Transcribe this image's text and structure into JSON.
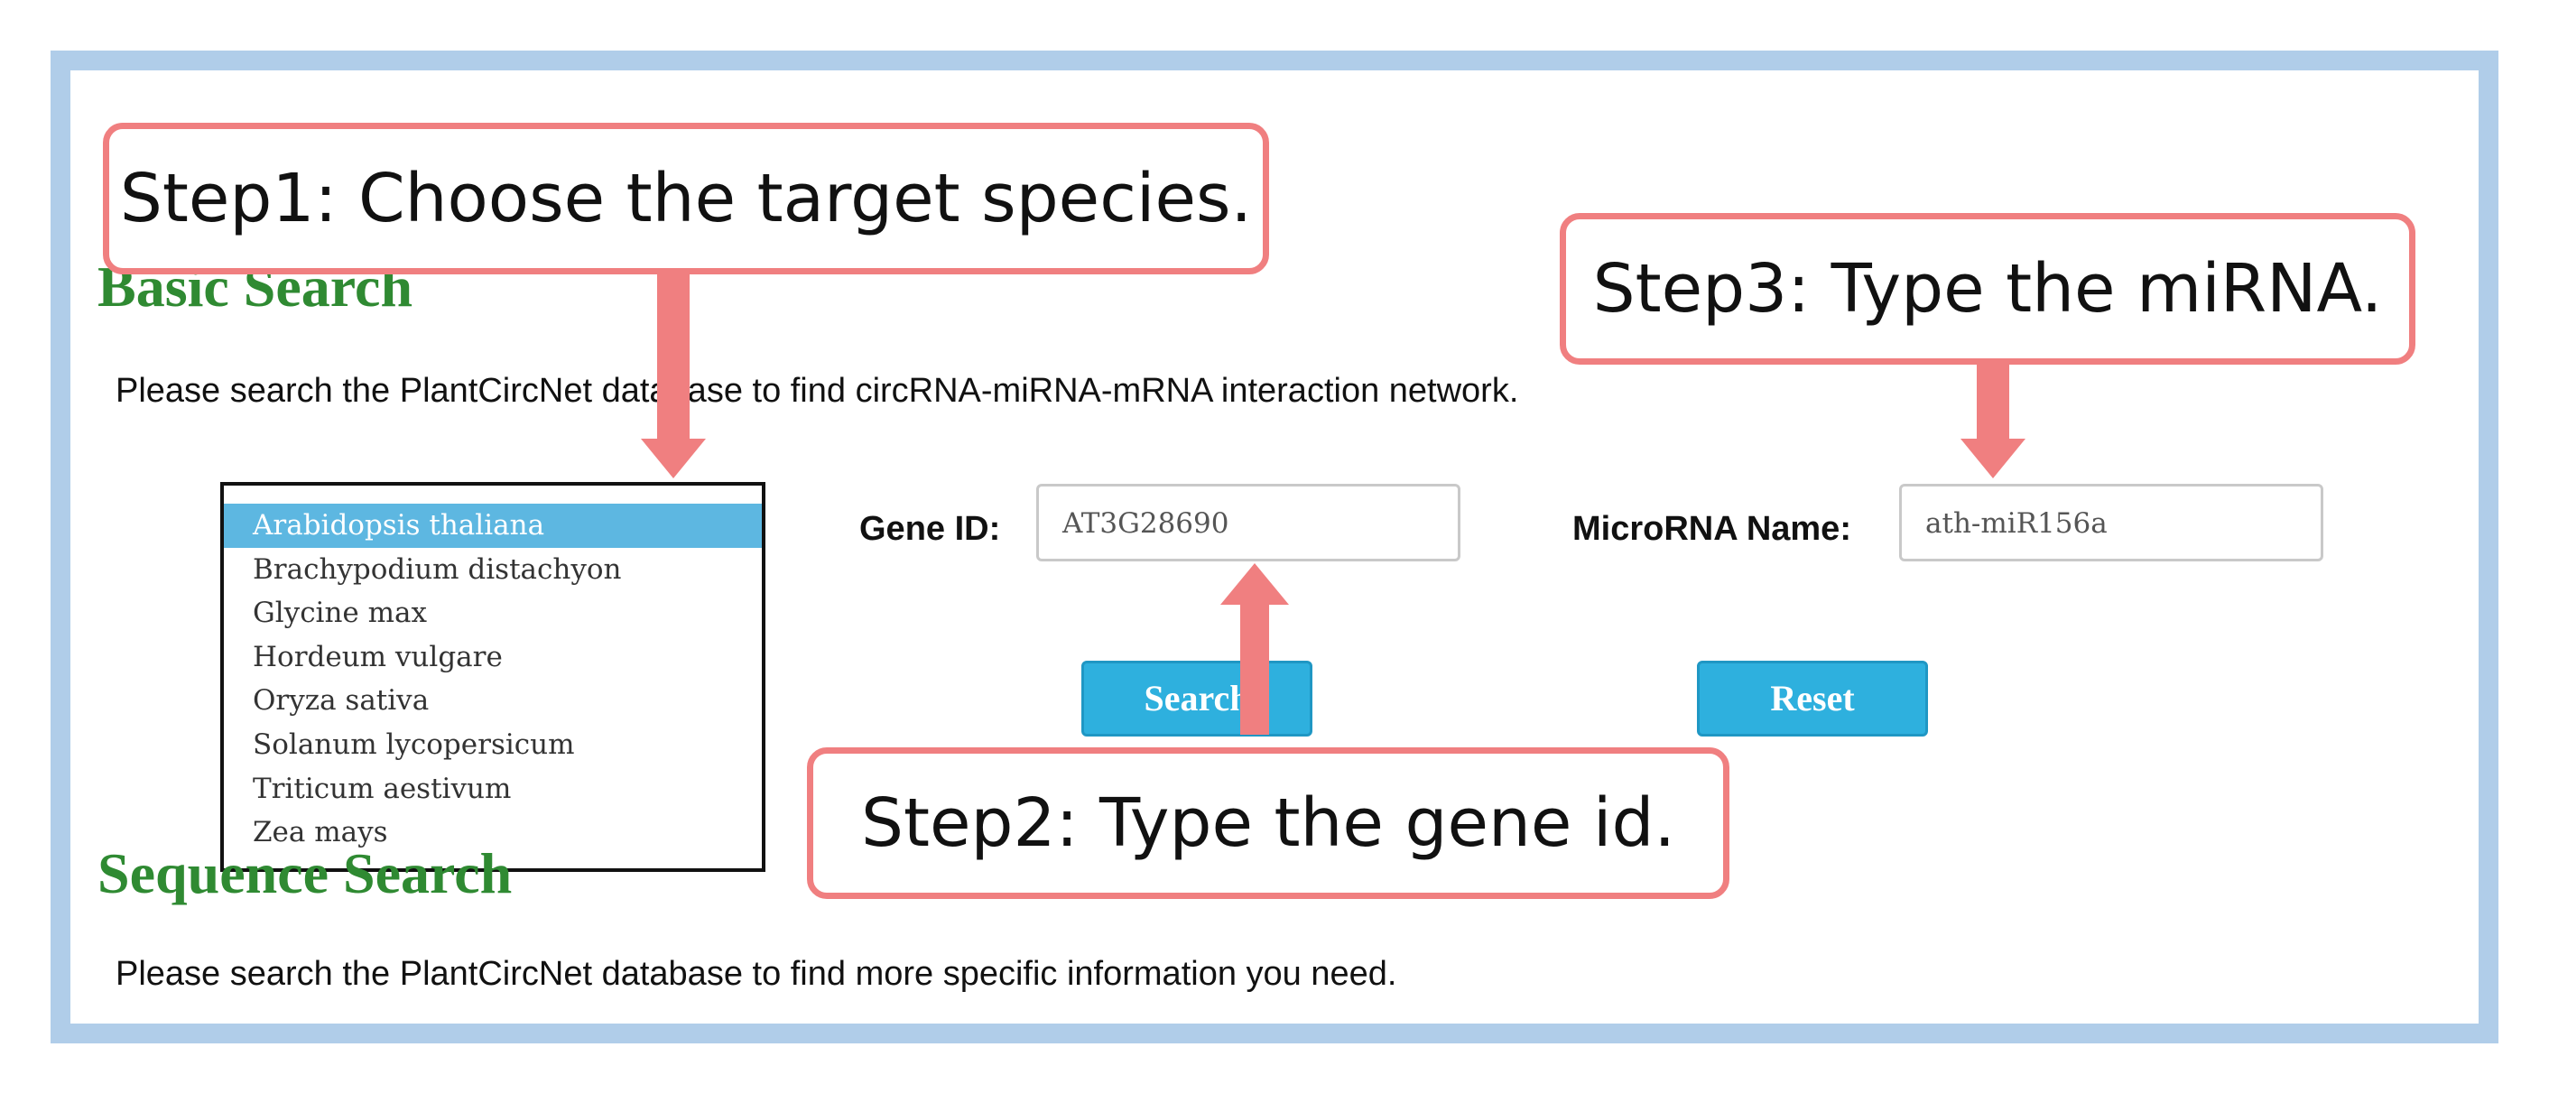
{
  "basic_search": {
    "heading": "Basic Search",
    "description": "Please search the PlantCircNet database to find circRNA-miRNA-mRNA interaction network."
  },
  "species": {
    "options": [
      "Arabidopsis thaliana",
      "Brachypodium distachyon",
      "Glycine max",
      "Hordeum vulgare",
      "Oryza sativa",
      "Solanum lycopersicum",
      "Triticum aestivum",
      "Zea mays"
    ],
    "selected": "Arabidopsis thaliana"
  },
  "gene_id": {
    "label": "Gene ID:",
    "value": "AT3G28690"
  },
  "microrna": {
    "label": "MicroRNA Name:",
    "value": "ath-miR156a"
  },
  "buttons": {
    "search": "Search",
    "reset": "Reset"
  },
  "sequence_search": {
    "heading": "Sequence Search",
    "description": "Please search the PlantCircNet database to find more specific information you need."
  },
  "callouts": {
    "step1": "Step1: Choose the target species.",
    "step2": "Step2: Type the gene id.",
    "step3": "Step3: Type the miRNA."
  },
  "colors": {
    "frame": "#b0cde9",
    "heading": "#2f8a32",
    "button": "#2eb0de",
    "selection": "#5db7e1",
    "callout_border": "#f07f80",
    "arrow": "#f07f80"
  }
}
